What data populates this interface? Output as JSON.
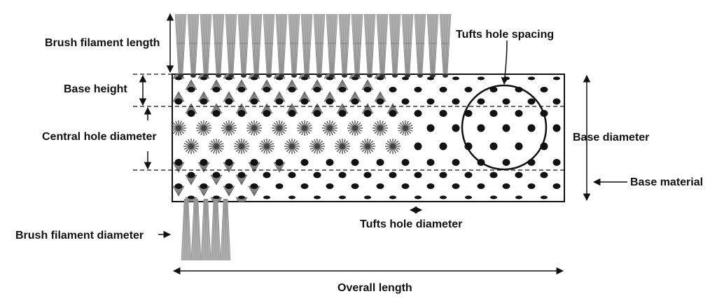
{
  "labels": {
    "brush_filament_length": "Brush filament length",
    "base_height": "Base height",
    "central_hole_diameter": "Central hole diameter",
    "brush_filament_diameter": "Brush filament diameter",
    "tufts_hole_spacing": "Tufts hole spacing",
    "base_diameter": "Base diameter",
    "base_material": "Base material",
    "tufts_hole_diameter": "Tufts hole diameter",
    "overall_length": "Overall length"
  },
  "colors": {
    "ink": "#111111",
    "filament": "#8a8a8a",
    "background": "#ffffff"
  }
}
